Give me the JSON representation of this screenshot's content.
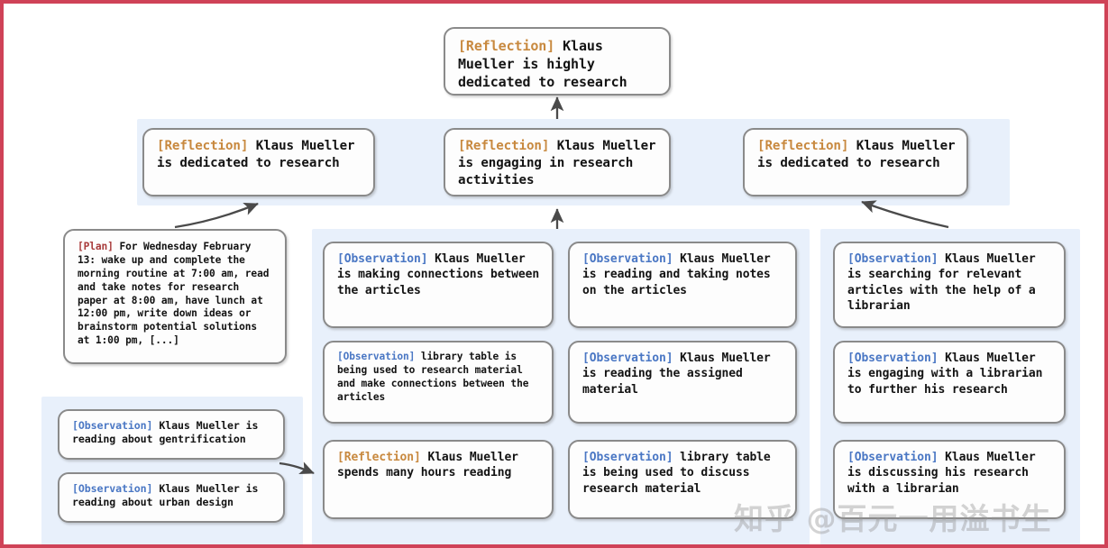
{
  "figure": {
    "border_color": "#cf4257",
    "panel_color": "#e8f0fb",
    "card_bg": "#fdfdfd",
    "card_border": "#8a8a8a",
    "tag_colors": {
      "reflection": "#c8893f",
      "observation": "#4a77c4",
      "plan": "#a83b3b"
    }
  },
  "watermark": {
    "text": "知乎 @百元一用溢书生"
  },
  "root": {
    "tag": "[Reflection]",
    "text": " Klaus Mueller is highly dedicated to research"
  },
  "reflections": [
    {
      "tag": "[Reflection]",
      "text": " Klaus Mueller is dedicated to research"
    },
    {
      "tag": "[Reflection]",
      "text": " Klaus Mueller is engaging in research activities"
    },
    {
      "tag": "[Reflection]",
      "text": " Klaus Mueller is dedicated to research"
    }
  ],
  "plan": {
    "tag": "[Plan]",
    "text": " For Wednesday February 13: wake up and complete the morning routine at 7:00 am, read and take notes for research paper at 8:00 am, have lunch at 12:00 pm, write down ideas or brainstorm potential solutions at 1:00 pm, [...]"
  },
  "left_observations": [
    {
      "tag": "[Observation]",
      "text": " Klaus Mueller is reading about gentrification"
    },
    {
      "tag": "[Observation]",
      "text": " Klaus Mueller is reading about urban design"
    }
  ],
  "column_a": [
    {
      "tag": "[Observation]",
      "text": " Klaus Mueller is making connections between the articles"
    },
    {
      "tag": "[Observation]",
      "text": " library table is being used to research material and make connections between the articles"
    },
    {
      "tag": "[Reflection]",
      "text": " Klaus Mueller spends many hours reading"
    }
  ],
  "column_b": [
    {
      "tag": "[Observation]",
      "text": " Klaus Mueller is reading and taking notes on the articles"
    },
    {
      "tag": "[Observation]",
      "text": " Klaus Mueller is reading the assigned material"
    },
    {
      "tag": "[Observation]",
      "text": " library table is being used to discuss research material"
    }
  ],
  "column_c": [
    {
      "tag": "[Observation]",
      "text": " Klaus Mueller is searching for relevant articles with the help of a librarian"
    },
    {
      "tag": "[Observation]",
      "text": " Klaus Mueller is engaging with a librarian to further his research"
    },
    {
      "tag": "[Observation]",
      "text": " Klaus Mueller is discussing his research with a librarian"
    }
  ]
}
